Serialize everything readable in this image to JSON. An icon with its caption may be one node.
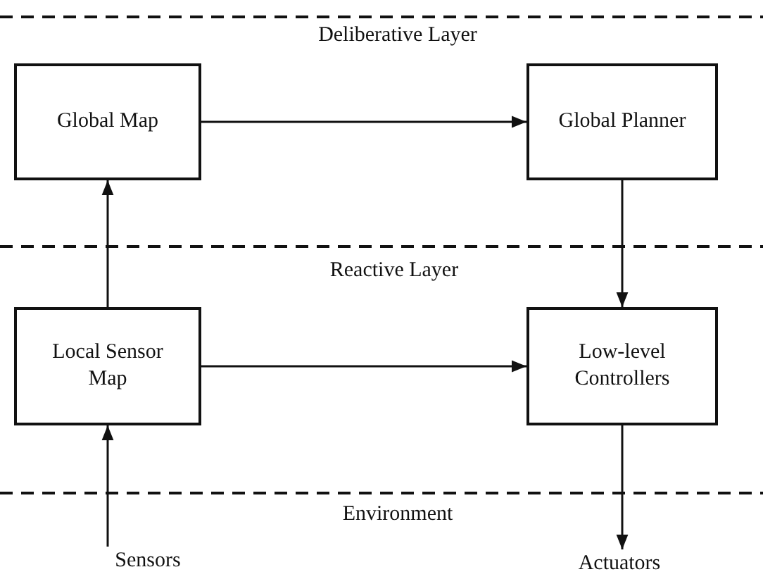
{
  "diagram": {
    "nodes": [
      {
        "text": [
          "Global Map"
        ]
      },
      {
        "text": [
          "Global Planner"
        ]
      },
      {
        "text": [
          "Local Sensor Map"
        ]
      },
      {
        "text": [
          "Low-level Controllers"
        ]
      },
      {
        "text": [
          "Sensors"
        ]
      },
      {
        "text": [
          "Actuators"
        ]
      }
    ],
    "edges": [
      {
        "from": 0,
        "to": 1,
        "arrow": "to"
      },
      {
        "from": 1,
        "to": 3,
        "arrow": "to"
      },
      {
        "from": 2,
        "to": 0,
        "arrow": "to"
      },
      {
        "from": 2,
        "to": 3,
        "arrow": "to"
      },
      {
        "from": 4,
        "to": 2,
        "arrow": "to"
      },
      {
        "from": 3,
        "to": 5,
        "arrow": "to"
      }
    ],
    "labels": [
      "Deliberative Layer",
      "Reactive Layer",
      "Environment"
    ]
  }
}
